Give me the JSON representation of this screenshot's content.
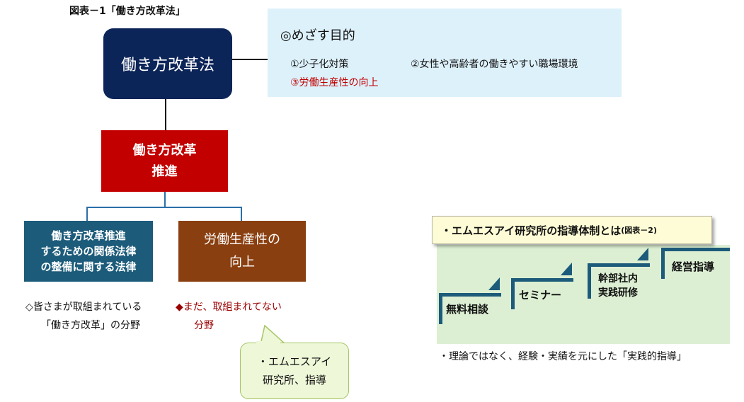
{
  "caption": "図表－1「働き方改革法」",
  "main_node": "働き方改革法",
  "purpose": {
    "title": "◎めざす目的",
    "items": [
      "①少子化対策",
      "②女性や高齢者の働きやすい職場環境",
      "③労働生産性の向上"
    ]
  },
  "promotion": {
    "line1": "働き方改革",
    "line2": "推進"
  },
  "law_box": {
    "line1": "働き方改革推進",
    "line2": "するための関係法律",
    "line3": "の整備に関する法律"
  },
  "productivity_box": {
    "line1": "労働生産性の",
    "line2": "向上"
  },
  "note_left": {
    "line1": "◇皆さまが取組まれている",
    "line2": "「働き方改革」の分野"
  },
  "note_right": {
    "line1": "◆まだ、取組まれてない",
    "line2": "分野"
  },
  "callout": {
    "line1": "・エムエスアイ",
    "line2": "研究所、指導"
  },
  "guidance": {
    "title": "・エムエスアイ研究所の指導体制とは",
    "title_ref": "(図表－2)",
    "steps": [
      "無料相談",
      "セミナー",
      "幹部社内\n実践研修",
      "経営指導"
    ],
    "footnote": "・理論ではなく、経験・実績を元にした「実践的指導」"
  },
  "colors": {
    "main_node": "#0c2558",
    "promotion": "#c30000",
    "law_box": "#1c5b7a",
    "productivity_box": "#8a3f10",
    "purpose_panel": "#ddf1fb",
    "highlight_text": "#c00000",
    "guidance_panel": "#dcefd3"
  }
}
